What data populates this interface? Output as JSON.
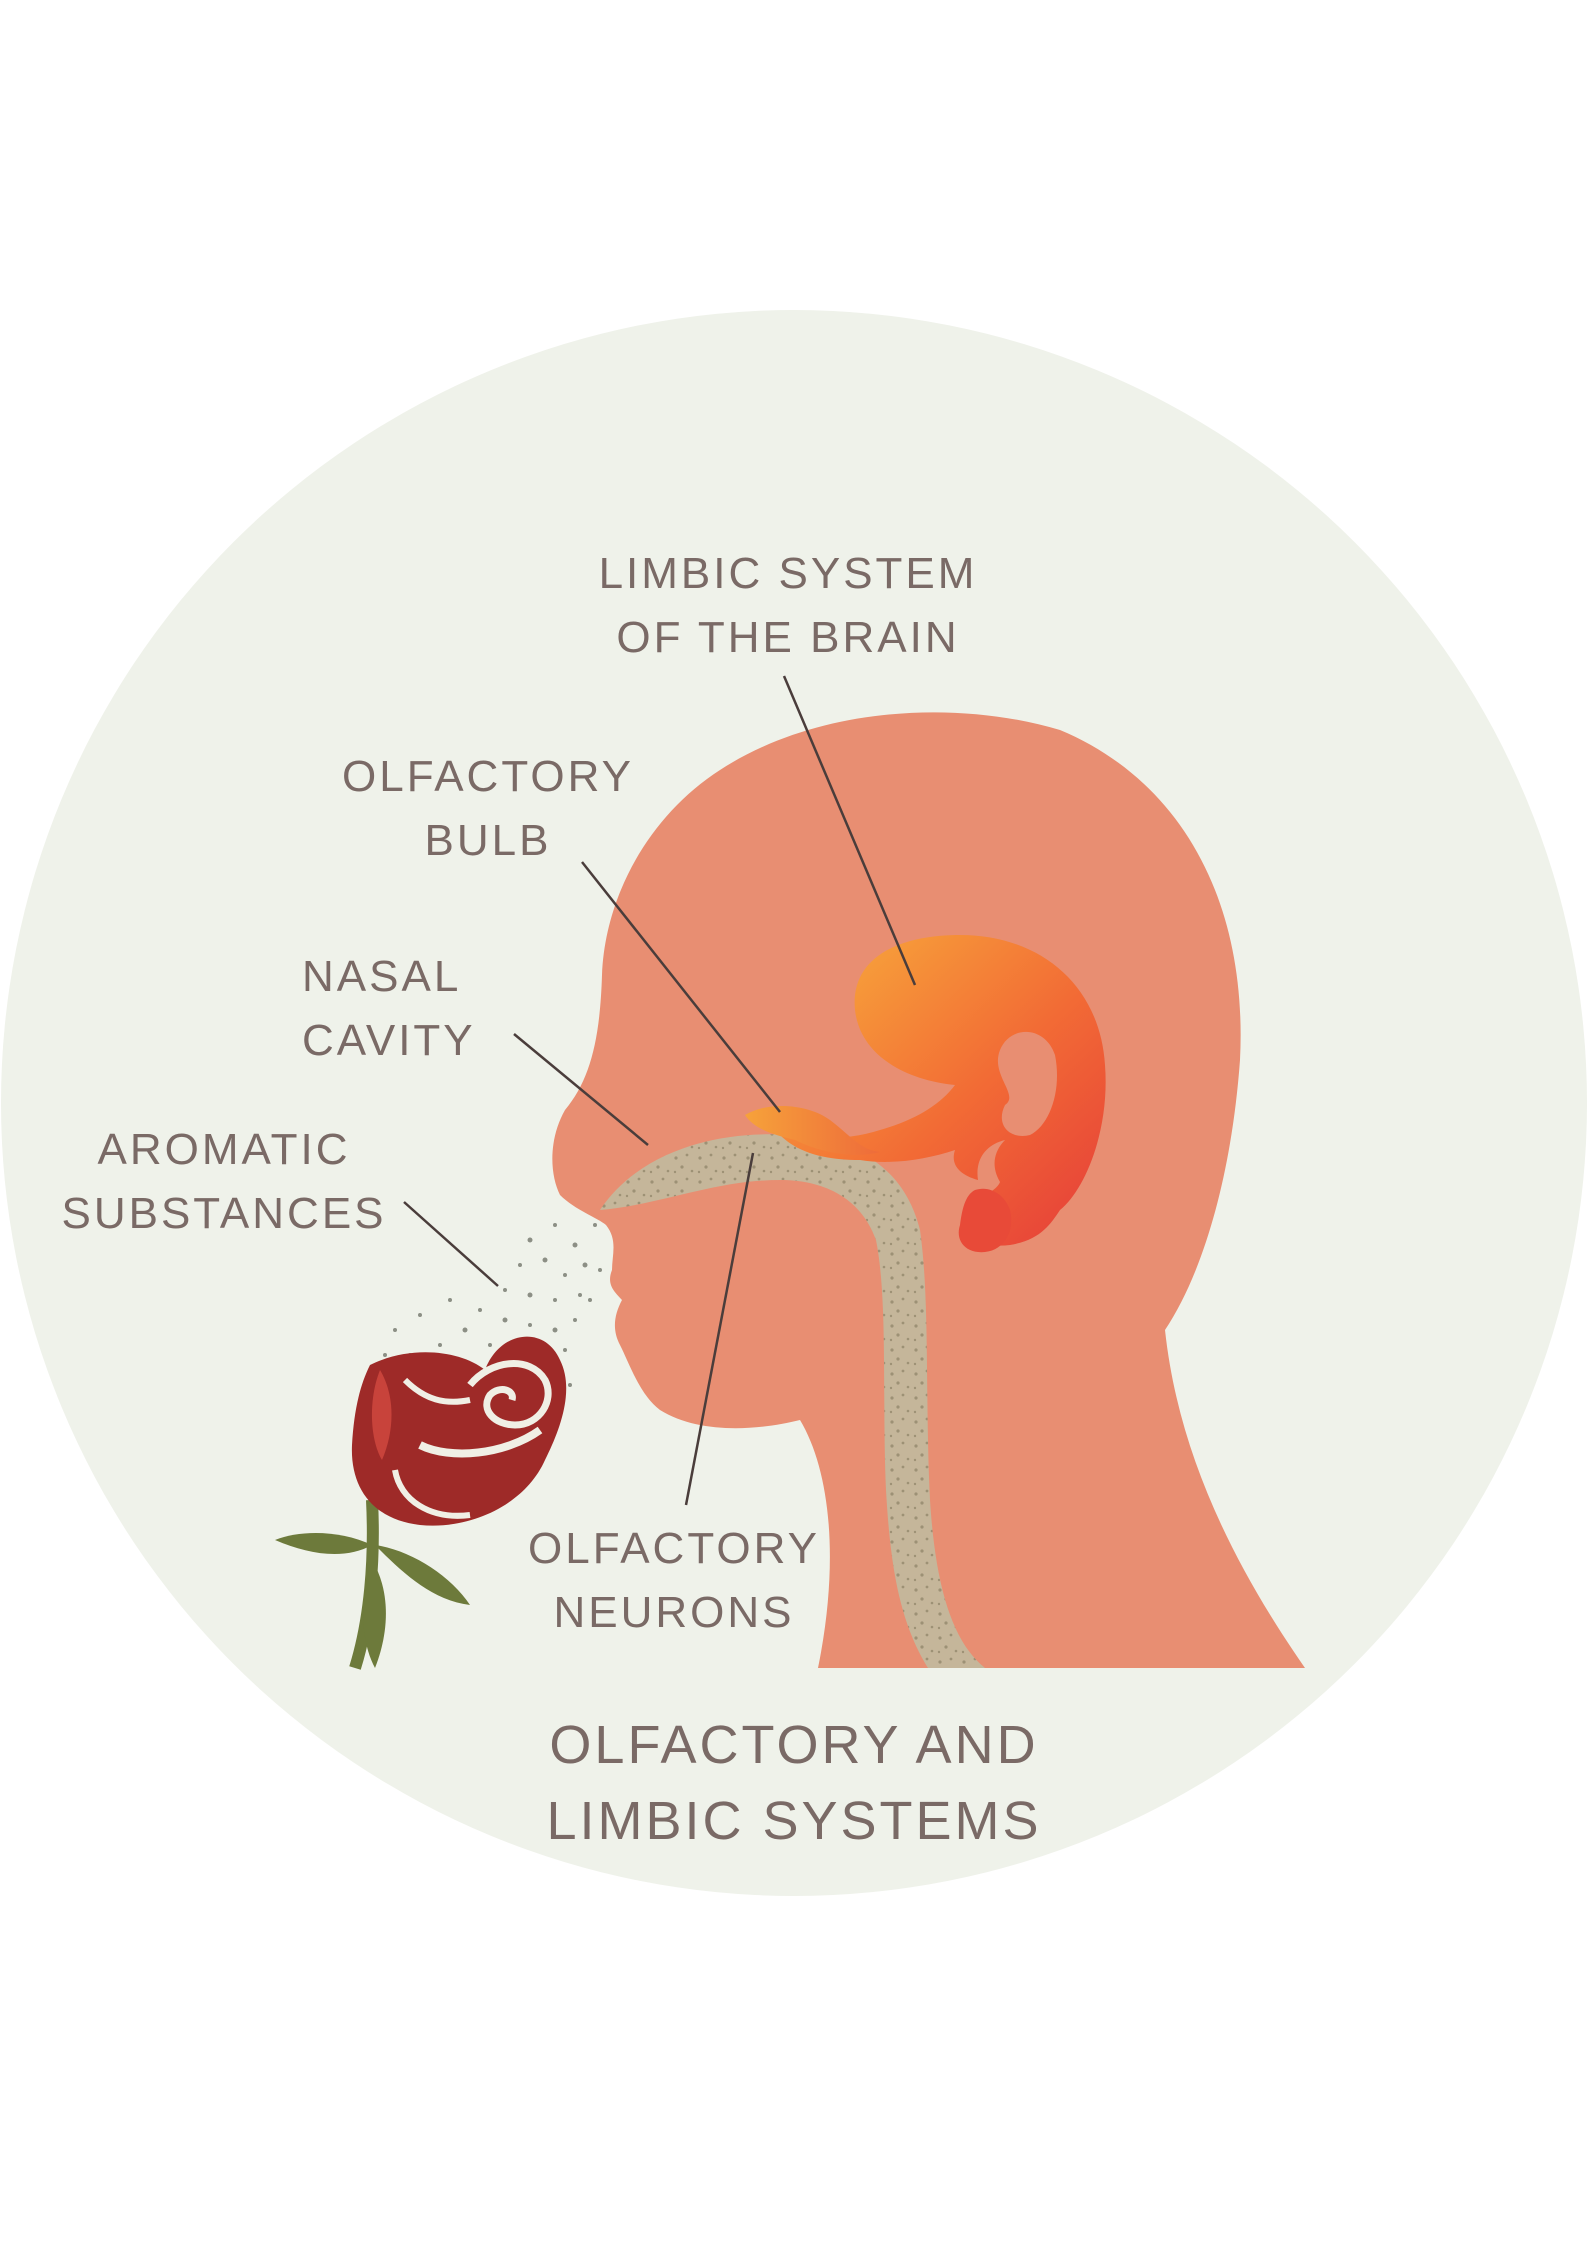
{
  "labels": {
    "limbic": {
      "line1": "LIMBIC SYSTEM",
      "line2": "OF THE BRAIN"
    },
    "olfactory_bulb": {
      "line1": "OLFACTORY",
      "line2": "BULB"
    },
    "nasal_cavity": {
      "line1": "NASAL",
      "line2": "CAVITY"
    },
    "aromatic": {
      "line1": "AROMATIC",
      "line2": "SUBSTANCES"
    },
    "neurons": {
      "line1": "OLFACTORY",
      "line2": "NEURONS"
    }
  },
  "title": {
    "line1": "OLFACTORY AND",
    "line2": "LIMBIC SYSTEMS"
  },
  "colors": {
    "background_circle": "#eff2ea",
    "head": "#e88e72",
    "airway": "#c5b69a",
    "limbic_start": "#f8a83b",
    "limbic_end": "#e8403a",
    "rose": "#9e2a28",
    "leaf": "#6d7a3b",
    "text": "#7a6a66",
    "leader_line": "#4a3d3b"
  }
}
